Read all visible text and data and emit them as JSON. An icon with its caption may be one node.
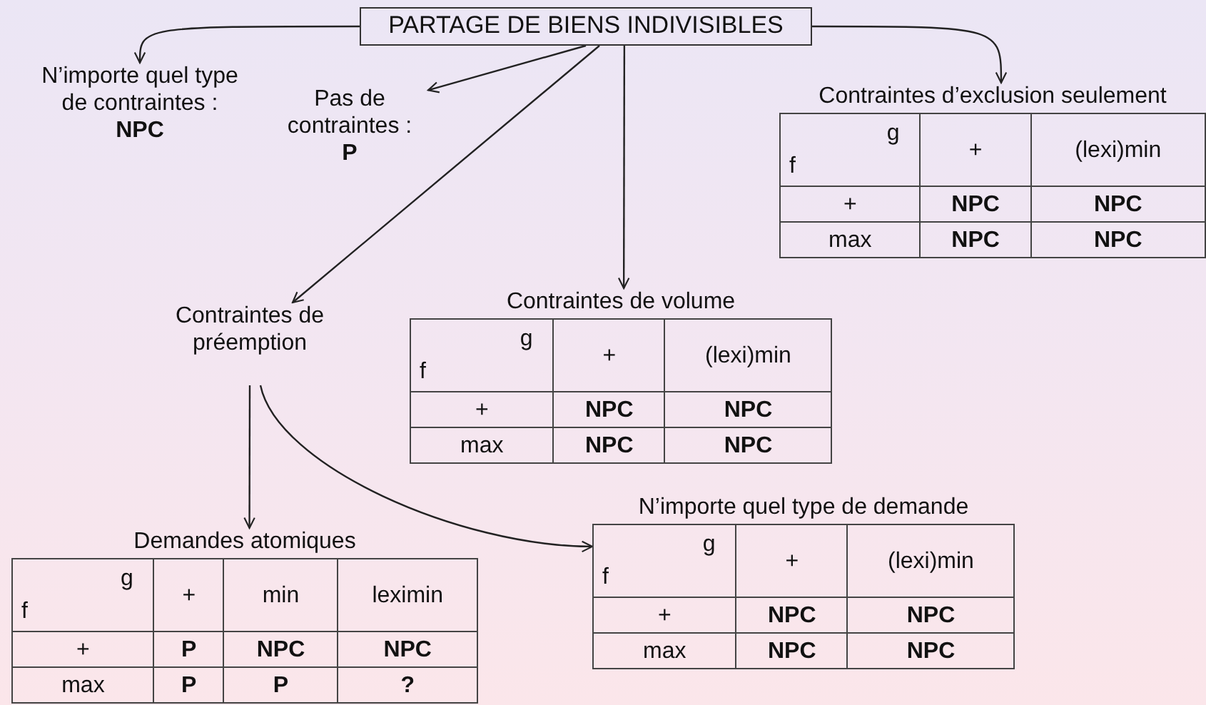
{
  "diagram": {
    "nodes": [
      {
        "text": [
          "PARTAGE DE BIENS INDIVISIBLES"
        ]
      },
      {
        "text": [
          "N’importe quel type de contraintes :",
          "NPC"
        ]
      },
      {
        "text": [
          "Pas de contraintes :",
          "P"
        ]
      },
      {
        "text": [
          "Contraintes d’exclusion seulement",
          "g",
          "f",
          "+",
          "(lexi)min",
          "+",
          "NPC",
          "NPC",
          "max",
          "NPC",
          "NPC"
        ]
      },
      {
        "text": [
          "Contraintes de préemption"
        ]
      },
      {
        "text": [
          "Contraintes de volume",
          "g",
          "f",
          "+",
          "(lexi)min",
          "+",
          "NPC",
          "NPC",
          "max",
          "NPC",
          "NPC"
        ]
      },
      {
        "text": [
          "Demandes atomiques",
          "g",
          "f",
          "+",
          "min",
          "leximin",
          "+",
          "P",
          "NPC",
          "NPC",
          "max",
          "P",
          "P",
          "?"
        ]
      },
      {
        "text": [
          "N’importe quel type de demande",
          "g",
          "f",
          "+",
          "(lexi)min",
          "+",
          "NPC",
          "NPC",
          "max",
          "NPC",
          "NPC"
        ]
      }
    ],
    "edges": [
      {
        "from": 0,
        "to": 1,
        "arrow": "to"
      },
      {
        "from": 0,
        "to": 2,
        "arrow": "to"
      },
      {
        "from": 0,
        "to": 3,
        "arrow": "to"
      },
      {
        "from": 0,
        "to": 4,
        "arrow": "to"
      },
      {
        "from": 0,
        "to": 5,
        "arrow": "to"
      },
      {
        "from": 4,
        "to": 6,
        "arrow": "to"
      },
      {
        "from": 4,
        "to": 7,
        "arrow": "to"
      }
    ]
  }
}
